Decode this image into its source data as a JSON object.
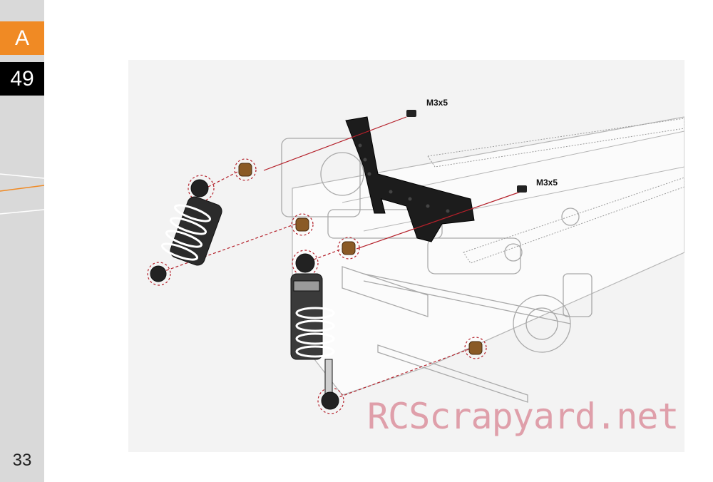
{
  "sidebar": {
    "section_letter": "A",
    "step_number": "49",
    "page_number": "33",
    "colors": {
      "accent": "#f08a24",
      "step_bg": "#000000",
      "sidebar_bg": "#d9d9d9"
    }
  },
  "diagram": {
    "callouts": [
      {
        "id": "screw-1",
        "label": "M3x5"
      },
      {
        "id": "screw-2",
        "label": "M3x5"
      }
    ]
  },
  "watermark": {
    "text": "RCScrapyard.net"
  }
}
